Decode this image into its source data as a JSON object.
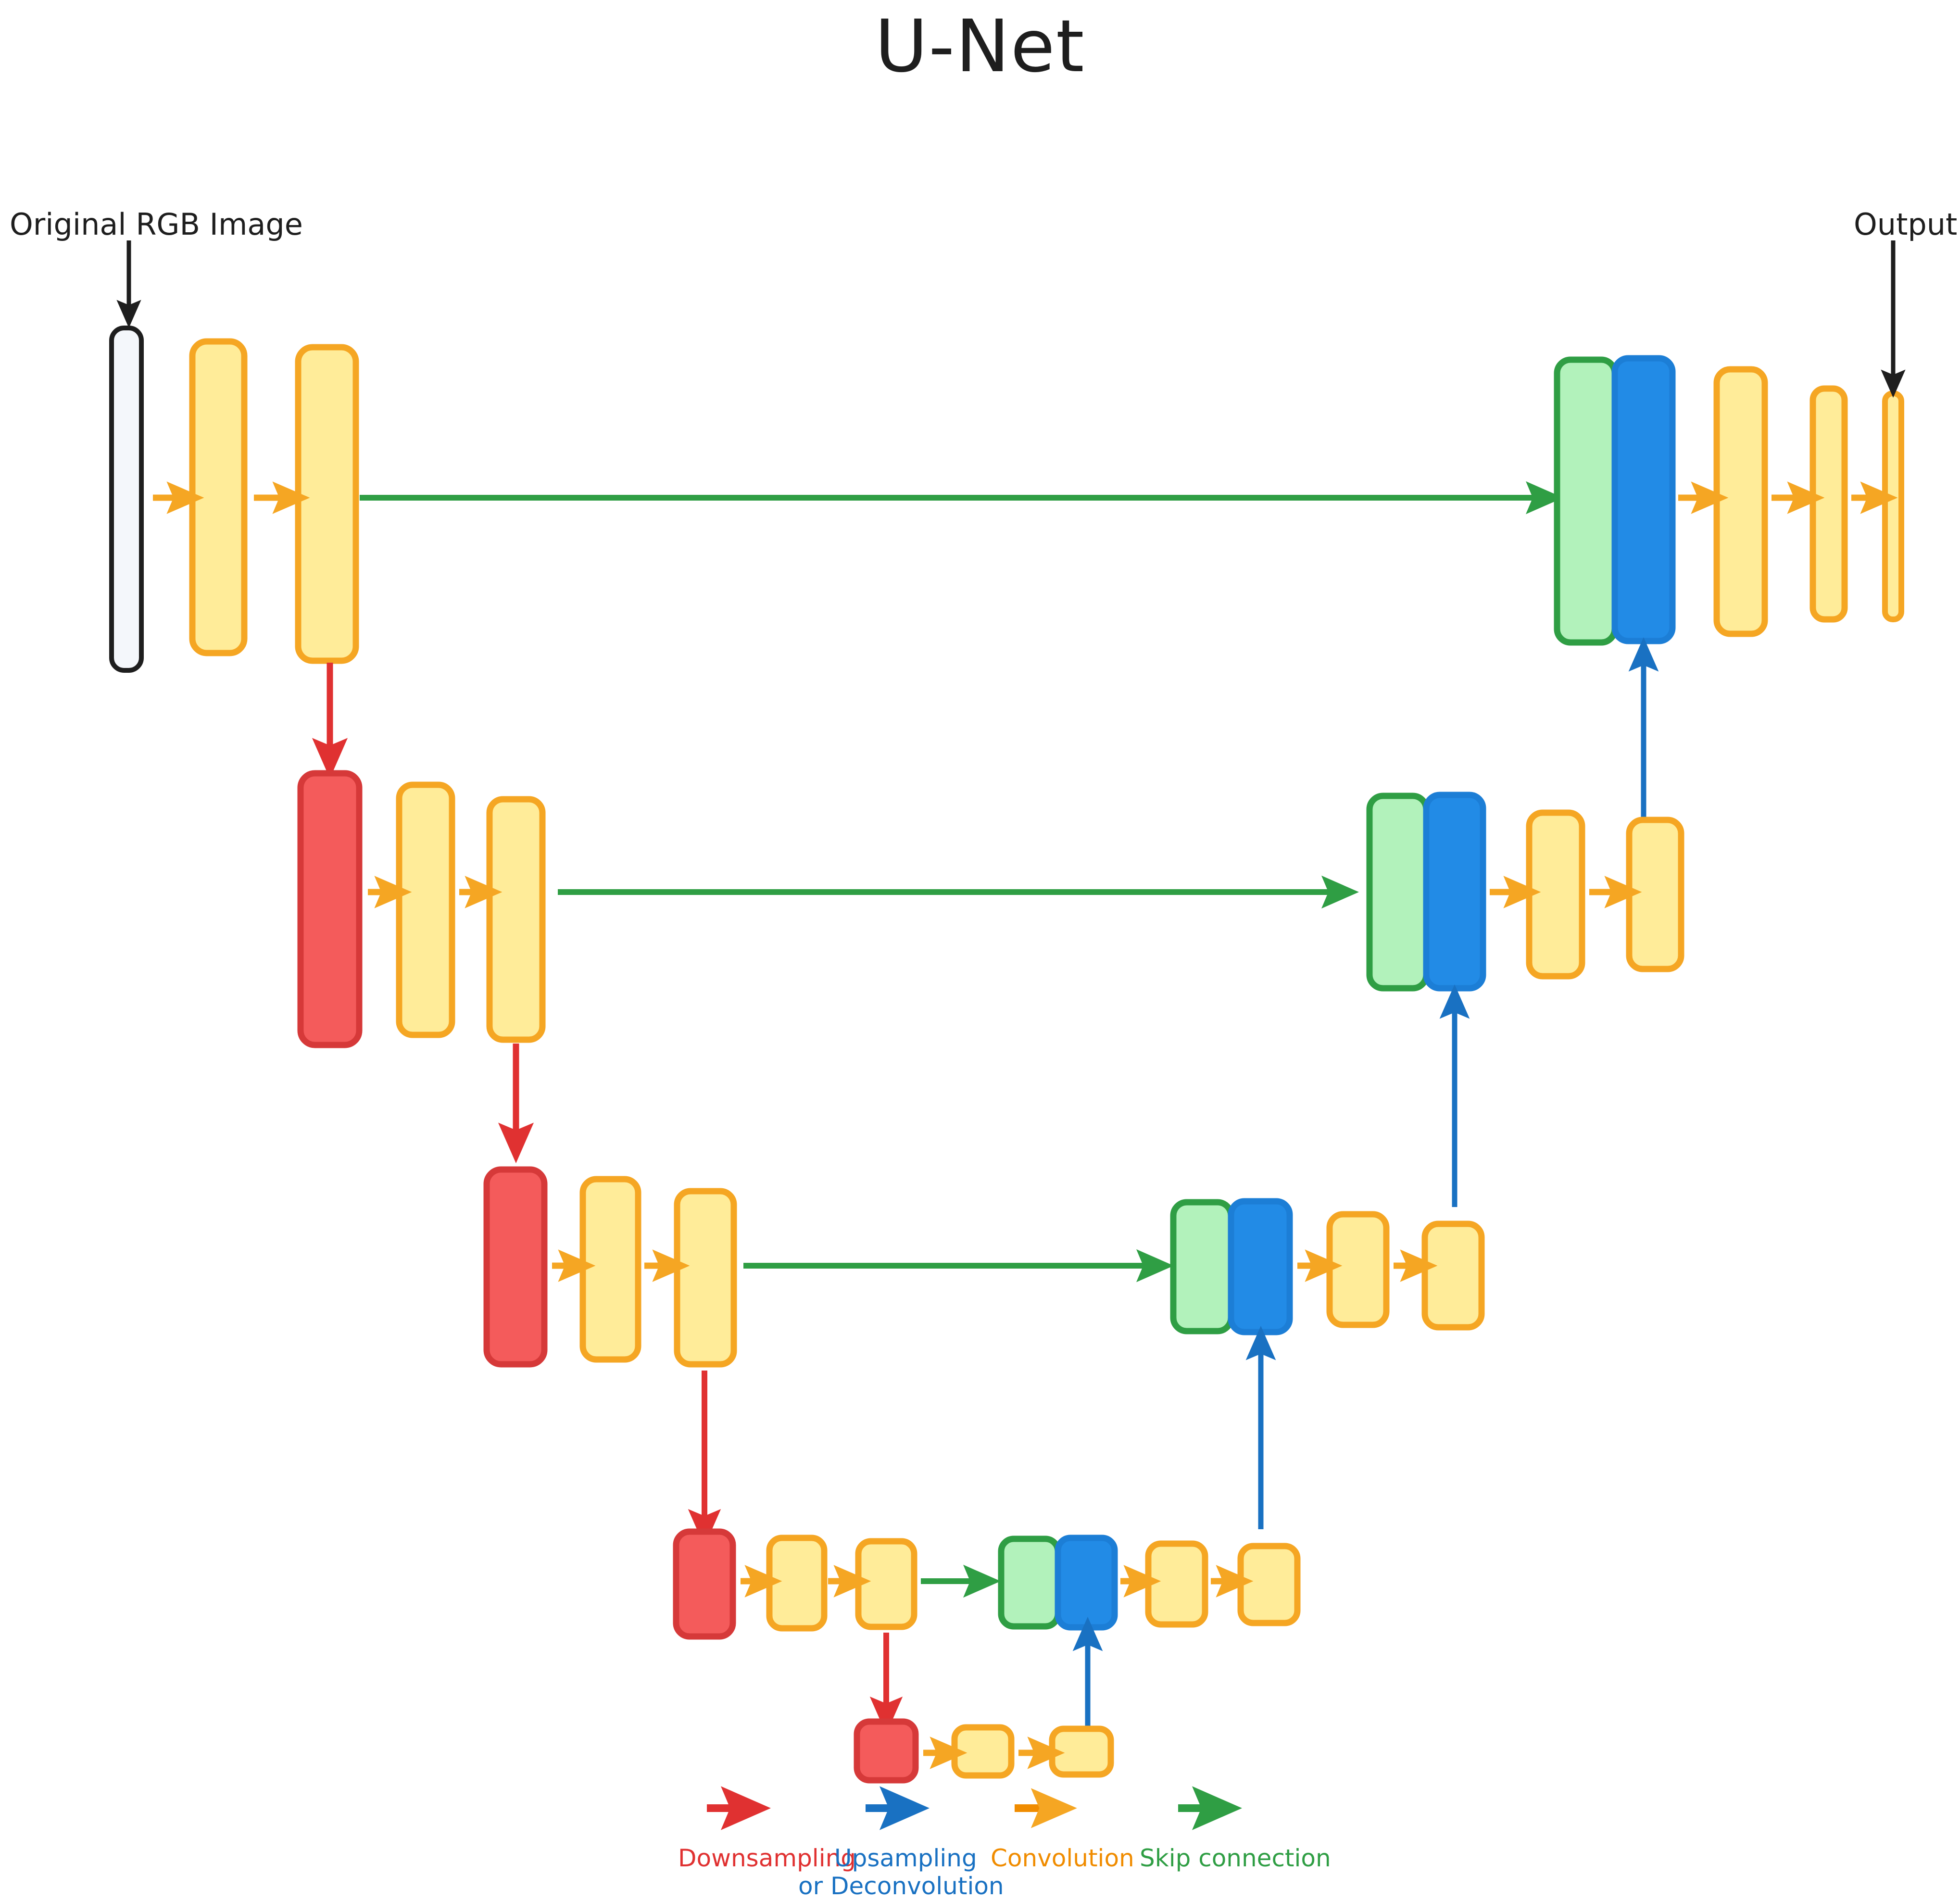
{
  "title": "U-Net",
  "labels": {
    "input": "Original RGB Image",
    "output": "Output"
  },
  "legend": {
    "items": [
      {
        "label": "Downsampling",
        "color": "#e03131",
        "arrow": "arrow-right-red"
      },
      {
        "label": "Upsampling",
        "label2": "or Deconvolution",
        "color": "#1971c2",
        "arrow": "arrow-right-blue"
      },
      {
        "label": "Convolution",
        "color": "#f08c00",
        "arrow": "arrow-right-orange"
      },
      {
        "label": "Skip connection",
        "color": "#2f9e44",
        "arrow": "arrow-right-green"
      }
    ]
  },
  "palette": {
    "yellow_fill": "#ffec99",
    "yellow_stroke": "#f5a623",
    "red_fill": "#f45b5b",
    "red_stroke": "#d63939",
    "green_fill": "#b2f2bb",
    "green_stroke": "#2f9e44",
    "blue_fill": "#228be6",
    "blue_stroke": "#1c7ed6",
    "input_fill": "#f4f7fb",
    "input_stroke": "#1e1e1e",
    "conv_arrow": "#f5a623",
    "down_arrow": "#e03131",
    "up_arrow": "#1971c2",
    "skip_arrow": "#2f9e44",
    "text": "#1e1e1e"
  },
  "architecture": {
    "levels": [
      {
        "name": "level-1",
        "encoder_blocks": [
          "input-image",
          "conv-block",
          "conv-block"
        ],
        "decoder_blocks": [
          "skip-concat",
          "upsampled-features",
          "conv-block",
          "conv-block",
          "output-block"
        ]
      },
      {
        "name": "level-2",
        "encoder_blocks": [
          "downsample",
          "conv-block",
          "conv-block"
        ],
        "decoder_blocks": [
          "skip-concat",
          "upsampled-features",
          "conv-block",
          "conv-block"
        ]
      },
      {
        "name": "level-3",
        "encoder_blocks": [
          "downsample",
          "conv-block",
          "conv-block"
        ],
        "decoder_blocks": [
          "skip-concat",
          "upsampled-features",
          "conv-block",
          "conv-block"
        ]
      },
      {
        "name": "level-4",
        "encoder_blocks": [
          "downsample",
          "conv-block",
          "conv-block"
        ],
        "decoder_blocks": [
          "skip-concat",
          "upsampled-features",
          "conv-block",
          "conv-block"
        ]
      },
      {
        "name": "bottleneck",
        "encoder_blocks": [
          "downsample",
          "conv-block",
          "conv-block"
        ],
        "decoder_blocks": []
      }
    ]
  }
}
